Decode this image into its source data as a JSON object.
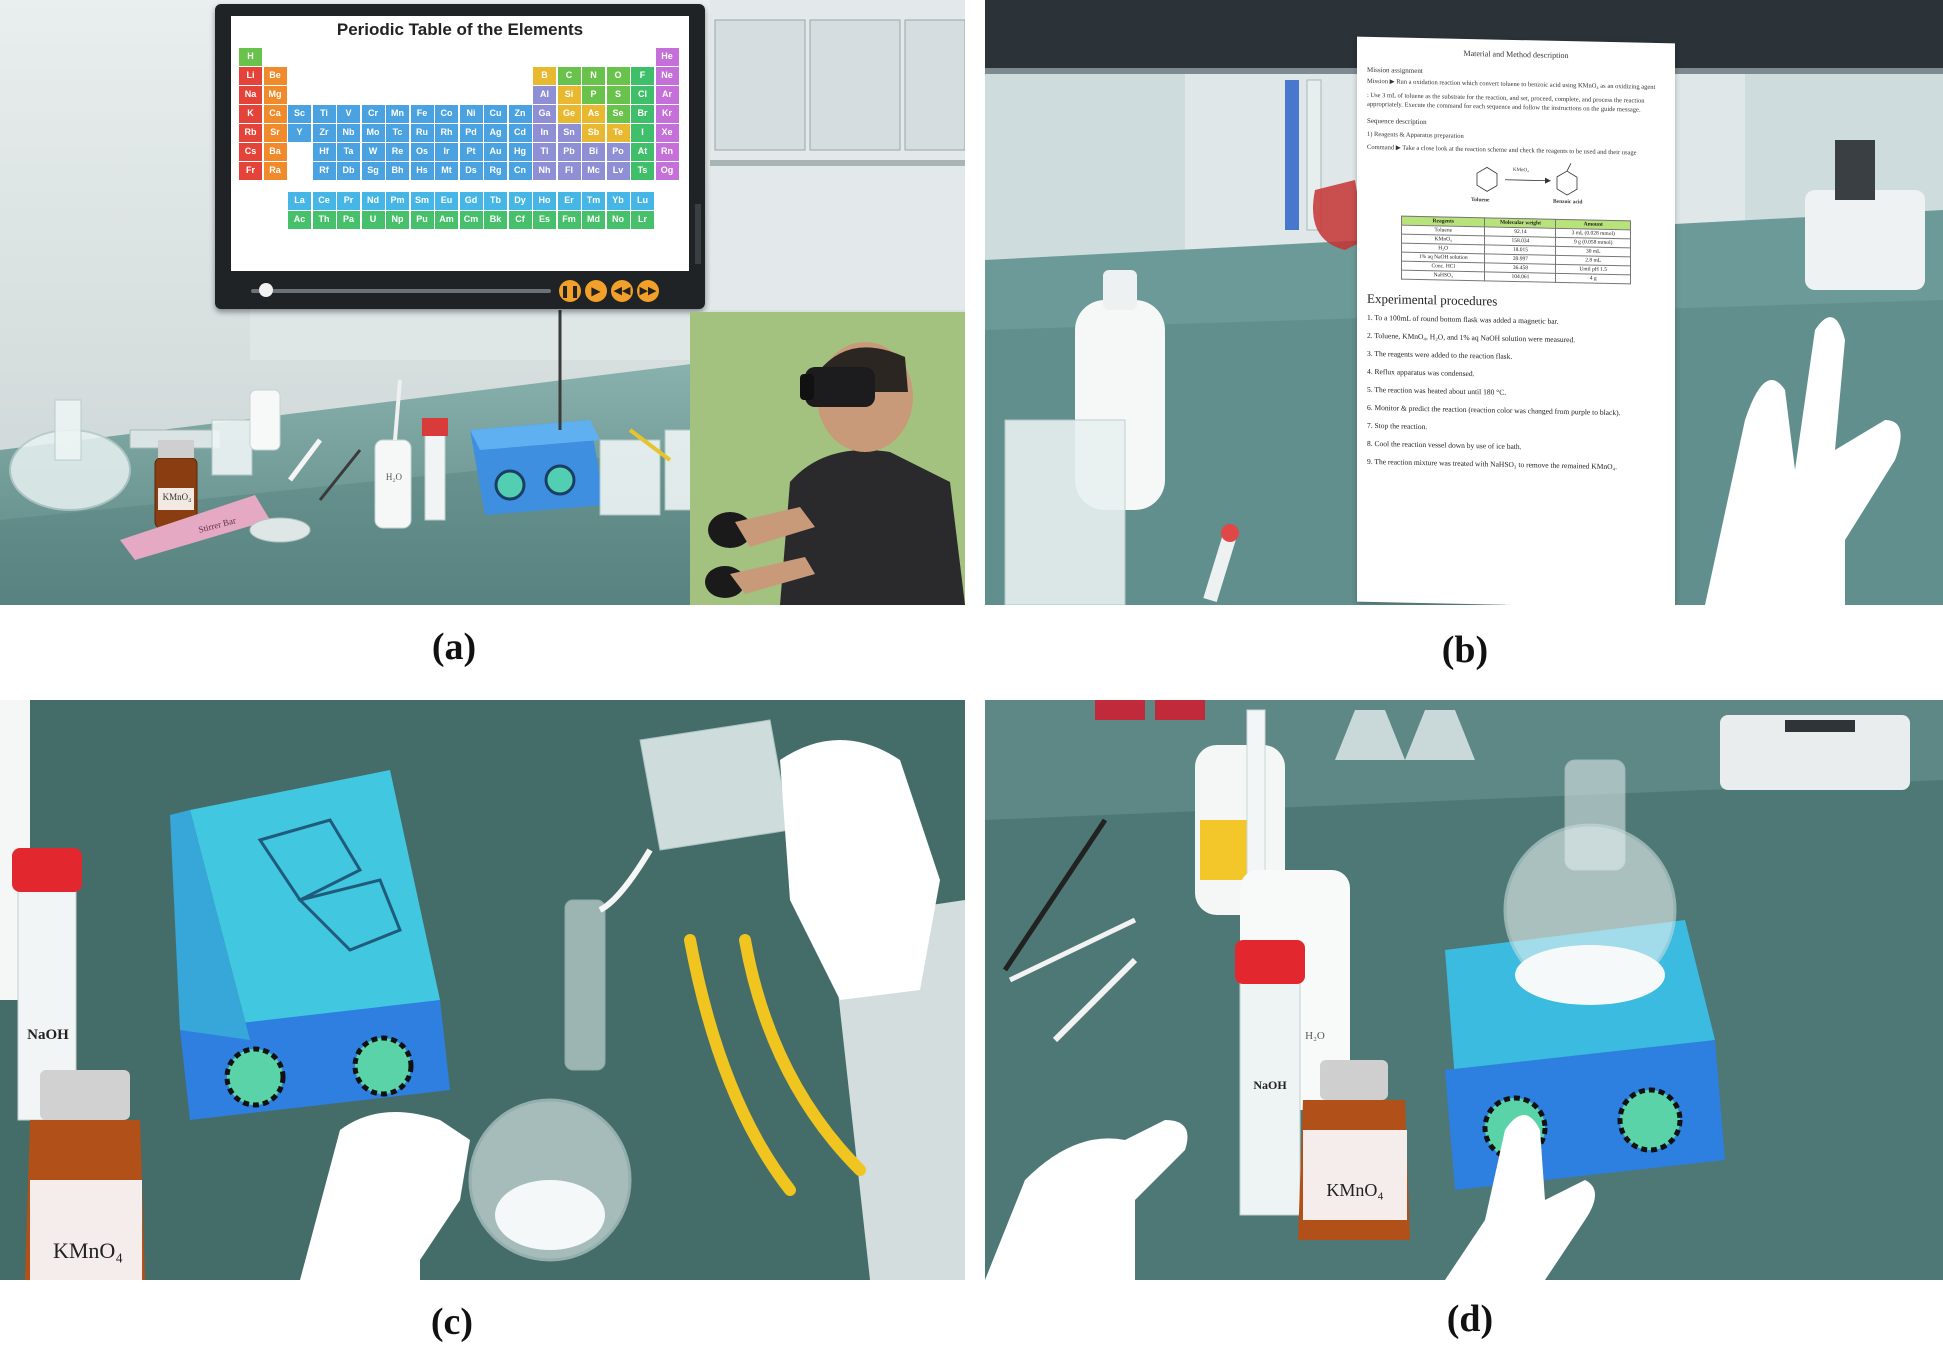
{
  "captions": [
    "(a)",
    "(b)",
    "(c)",
    "(d)"
  ],
  "panel_a": {
    "periodic_title": "Periodic Table of the Elements",
    "row1": [
      "H",
      "He"
    ],
    "row2": [
      "Li",
      "Be",
      "B",
      "C",
      "N",
      "O",
      "F",
      "Ne"
    ],
    "row3": [
      "Na",
      "Mg",
      "Al",
      "Si",
      "P",
      "S",
      "Cl",
      "Ar"
    ],
    "row4": [
      "K",
      "Ca",
      "Sc",
      "Ti",
      "V",
      "Cr",
      "Mn",
      "Fe",
      "Co",
      "Ni",
      "Cu",
      "Zn",
      "Ga",
      "Ge",
      "As",
      "Se",
      "Br",
      "Kr"
    ],
    "row5": [
      "Rb",
      "Sr",
      "Y",
      "Zr",
      "Nb",
      "Mo",
      "Tc",
      "Ru",
      "Rh",
      "Pd",
      "Ag",
      "Cd",
      "In",
      "Sn",
      "Sb",
      "Te",
      "I",
      "Xe"
    ],
    "row6": [
      "Cs",
      "Ba",
      "",
      "Hf",
      "Ta",
      "W",
      "Re",
      "Os",
      "Ir",
      "Pt",
      "Au",
      "Hg",
      "Tl",
      "Pb",
      "Bi",
      "Po",
      "At",
      "Rn"
    ],
    "row7": [
      "Fr",
      "Ra",
      "",
      "Rf",
      "Db",
      "Sg",
      "Bh",
      "Hs",
      "Mt",
      "Ds",
      "Rg",
      "Cn",
      "Nh",
      "Fl",
      "Mc",
      "Lv",
      "Ts",
      "Og"
    ],
    "lanthanides": [
      "La",
      "Ce",
      "Pr",
      "Nd",
      "Pm",
      "Sm",
      "Eu",
      "Gd",
      "Tb",
      "Dy",
      "Ho",
      "Er",
      "Tm",
      "Yb",
      "Lu"
    ],
    "actinides": [
      "Ac",
      "Th",
      "Pa",
      "U",
      "Np",
      "Pu",
      "Am",
      "Cm",
      "Bk",
      "Cf",
      "Es",
      "Fm",
      "Md",
      "No",
      "Lr"
    ],
    "bottle_label": "KMnO₄",
    "mat_label": "Stirrer Bar",
    "wash_bottle_label": "H₂O"
  },
  "panel_b": {
    "doc_title": "Material and Method description",
    "mission_heading": "Mission assignment",
    "mission_text": "Mission ▶ Run a oxidation reaction which convert toluene to benzoic acid using KMnO₄ as an oxidizing agent",
    "mission_detail": ": Use 3 mL of toluene as the substrate for the reaction, and set, proceed, complete, and process the reaction appropriately. Execute the command for each sequence and follow the instructions on the guide message.",
    "sequence_heading": "Sequence description",
    "sequence_item": "1) Reagents & Apparatus preparation",
    "command_text": "Command ▶ Take a close look at the reaction scheme and check the reagents to be used and their usage",
    "scheme_left": "Toluene",
    "scheme_right": "Benzoic acid",
    "scheme_reagent": "KMnO₄",
    "table_headers": [
      "Reagents",
      "Molecular weight",
      "Amount"
    ],
    "table_rows": [
      [
        "Toluene",
        "92.14",
        "3 mL (0.028 mmol)"
      ],
      [
        "KMnO₄",
        "158.034",
        "9 g (0.058 mmol)"
      ],
      [
        "H₂O",
        "18.015",
        "30 mL"
      ],
      [
        "1% aq NaOH solution",
        "39.997",
        "2.8 mL"
      ],
      [
        "Conc. HCl",
        "36.458",
        "Until pH 1.5"
      ],
      [
        "NaHSO₃",
        "104.061",
        "4 g"
      ]
    ],
    "procedures_heading": "Experimental procedures",
    "procedures": [
      "1. To a 100mL of round bottom flask was added a magnetic bar.",
      "2. Toluene, KMnO₄, H₂O, and 1% aq NaOH solution were measured.",
      "3. The reagents were added to the reaction flask.",
      "4. Reflux apparatus was condensed.",
      "5. The reaction was heated about until 180 °C.",
      "6. Monitor & predict the reaction (reaction color was changed from purple to black).",
      "7. Stop the reaction.",
      "8. Cool the reaction vessel down by use of ice bath.",
      "9. The reaction mixture was treated with NaHSO₃ to remove the remained KMnO₄."
    ]
  },
  "panel_c": {
    "naoh_label": "NaOH",
    "kmno4_label": "KMnO₄"
  },
  "panel_d": {
    "naoh_label": "NaOH",
    "kmno4_label": "KMnO₄",
    "wash_bottle_label": "H₂O"
  }
}
